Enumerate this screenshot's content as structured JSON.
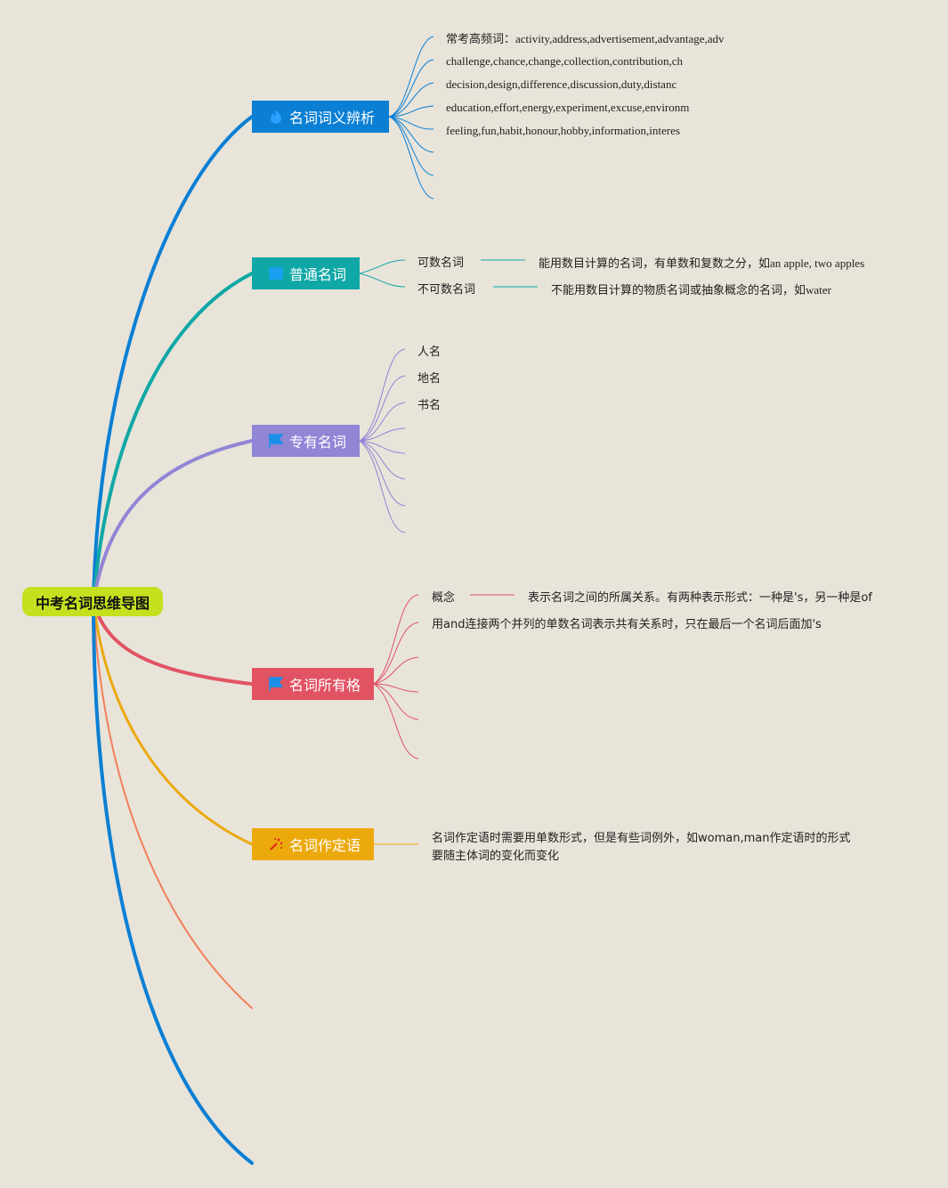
{
  "colors": {
    "background": "#e8e4da",
    "root": "#c4e01f",
    "branch1": "#0a7fd4",
    "branch2": "#10a8a6",
    "branch3": "#9185d6",
    "branch4": "#e15363",
    "branch5": "#eba90c",
    "branch6": "#f27f5a",
    "branch7": "#0a7fd4"
  },
  "root": {
    "label": "中考名词思维导图"
  },
  "branches": [
    {
      "label": "名词词义辨析",
      "icon": "flame-icon",
      "items": [
        "常考高频词：activity,address,advertisement,advantage,adv",
        "challenge,chance,change,collection,contribution,ch",
        "decision,design,difference,discussion,duty,distanc",
        "education,effort,energy,experiment,excuse,environm",
        "feeling,fun,habit,honour,hobby,information,interes"
      ]
    },
    {
      "label": "普通名词",
      "icon": "square-icon",
      "items": [
        {
          "label": "可数名词",
          "detail": "能用数目计算的名词，有单数和复数之分，如an apple, two apples"
        },
        {
          "label": "不可数名词",
          "detail": "不能用数目计算的物质名词或抽象概念的名词，如water"
        }
      ]
    },
    {
      "label": "专有名词",
      "icon": "flag-icon",
      "items": [
        "人名",
        "地名",
        "书名"
      ]
    },
    {
      "label": "名词所有格",
      "icon": "flag-icon",
      "items": [
        {
          "label": "概念",
          "detail": "表示名词之间的所属关系。有两种表示形式：一种是's，另一种是of"
        },
        {
          "label": "用and连接两个并列的单数名词表示共有关系时，只在最后一个名词后面加's"
        }
      ]
    },
    {
      "label": "名词作定语",
      "icon": "sparkle-icon",
      "items": [
        "名词作定语时需要用单数形式，但是有些词例外，如woman,man作定语时的形式",
        "要随主体词的变化而变化"
      ]
    }
  ]
}
